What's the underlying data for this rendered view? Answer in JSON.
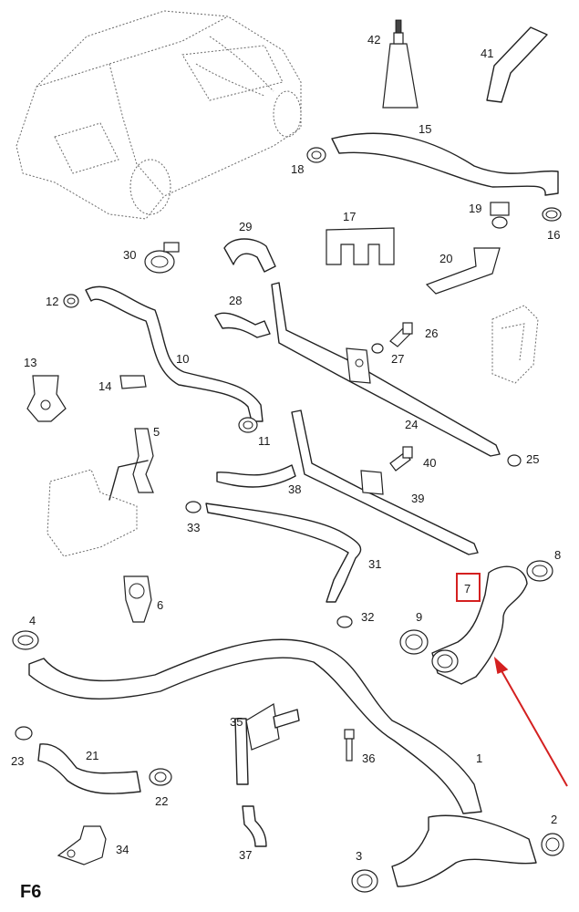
{
  "figure": {
    "label": "F6"
  },
  "highlight": {
    "part_number": "7",
    "box_color": "#d42020",
    "arrow_color": "#d42020"
  },
  "parts": [
    {
      "number": "1"
    },
    {
      "number": "2"
    },
    {
      "number": "3"
    },
    {
      "number": "4"
    },
    {
      "number": "5"
    },
    {
      "number": "6"
    },
    {
      "number": "7"
    },
    {
      "number": "8"
    },
    {
      "number": "9"
    },
    {
      "number": "10"
    },
    {
      "number": "11"
    },
    {
      "number": "12"
    },
    {
      "number": "13"
    },
    {
      "number": "14"
    },
    {
      "number": "15"
    },
    {
      "number": "16"
    },
    {
      "number": "17"
    },
    {
      "number": "18"
    },
    {
      "number": "19"
    },
    {
      "number": "20"
    },
    {
      "number": "21"
    },
    {
      "number": "22"
    },
    {
      "number": "23"
    },
    {
      "number": "24"
    },
    {
      "number": "25"
    },
    {
      "number": "26"
    },
    {
      "number": "27"
    },
    {
      "number": "28"
    },
    {
      "number": "29"
    },
    {
      "number": "30"
    },
    {
      "number": "31"
    },
    {
      "number": "32"
    },
    {
      "number": "33"
    },
    {
      "number": "34"
    },
    {
      "number": "35"
    },
    {
      "number": "36"
    },
    {
      "number": "37"
    },
    {
      "number": "38"
    },
    {
      "number": "39"
    },
    {
      "number": "40"
    },
    {
      "number": "41"
    },
    {
      "number": "42"
    }
  ]
}
